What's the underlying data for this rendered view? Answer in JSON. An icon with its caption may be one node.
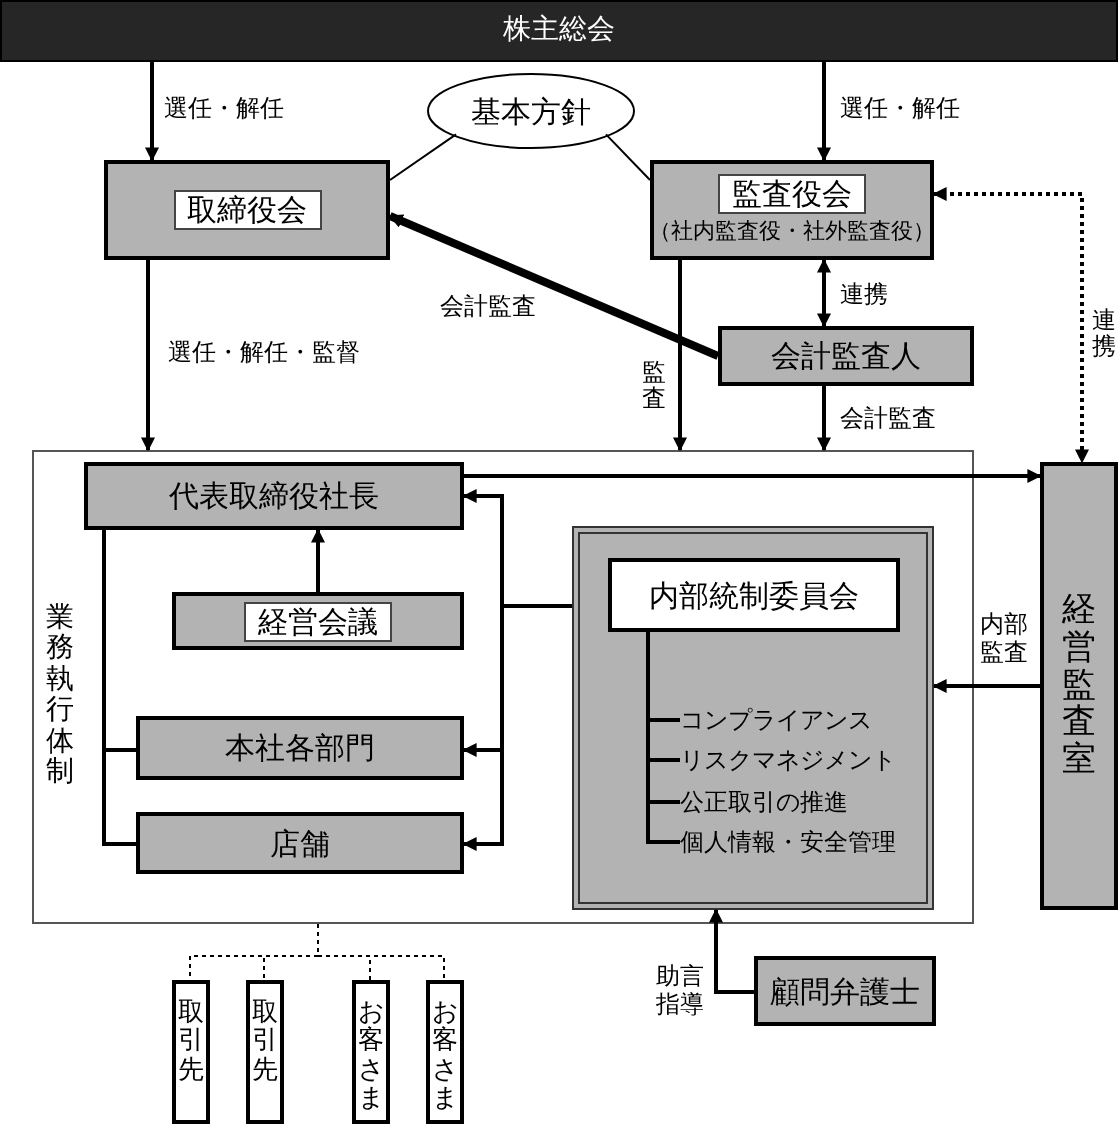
{
  "diagram": {
    "nodes": [
      {
        "text": [
          "株主総会"
        ]
      },
      {
        "text": [
          "基本方針"
        ]
      },
      {
        "text": [
          "取締役会"
        ]
      },
      {
        "text": [
          "監査役会",
          "（社内監査役・社外監査役）"
        ]
      },
      {
        "text": [
          "会計監査人"
        ]
      },
      {
        "text": [
          "業務執行体制"
        ]
      },
      {
        "text": [
          "代表取締役社長"
        ],
        "in": 5
      },
      {
        "text": [
          "経営会議"
        ],
        "in": 5
      },
      {
        "text": [
          "本社各部門"
        ],
        "in": 5
      },
      {
        "text": [
          "店舗"
        ],
        "in": 5
      },
      {
        "text": [],
        "shape": "box",
        "in": 5
      },
      {
        "text": [
          "内部統制委員会"
        ],
        "in": 10
      },
      {
        "text": [
          "コンプライアンス"
        ],
        "in": 10
      },
      {
        "text": [
          "リスクマネジメント"
        ],
        "in": 10
      },
      {
        "text": [
          "公正取引の推進"
        ],
        "in": 10
      },
      {
        "text": [
          "個人情報・安全管理"
        ],
        "in": 10
      },
      {
        "text": [
          "経営監査室"
        ]
      },
      {
        "text": [
          "顧問弁護士"
        ]
      },
      {
        "text": [
          "取引先"
        ]
      },
      {
        "text": [
          "取引先"
        ]
      },
      {
        "text": [
          "お客さま"
        ]
      },
      {
        "text": [
          "お客さま"
        ]
      }
    ],
    "edges": [
      {
        "from": 0,
        "to": 2,
        "arrow": "to",
        "label": "選任・解任"
      },
      {
        "from": 0,
        "to": 3,
        "arrow": "to",
        "label": "選任・解任"
      },
      {
        "from": 1,
        "to": 2,
        "arrow": "none"
      },
      {
        "from": 1,
        "to": 3,
        "arrow": "none"
      },
      {
        "from": 2,
        "to": 5,
        "arrow": "to",
        "label": "選任・解任・監督"
      },
      {
        "from": 3,
        "to": 5,
        "arrow": "to",
        "label": "監査"
      },
      {
        "from": 3,
        "to": 4,
        "arrow": "both",
        "label": "連携"
      },
      {
        "from": 4,
        "to": 2,
        "arrow": "to",
        "label": "会計監査",
        "style": "thick"
      },
      {
        "from": 4,
        "to": 5,
        "arrow": "to",
        "label": "会計監査"
      },
      {
        "from": 3,
        "to": 16,
        "arrow": "both",
        "label": "連携",
        "style": "dashed"
      },
      {
        "from": 6,
        "to": 16,
        "arrow": "to"
      },
      {
        "from": 16,
        "to": 10,
        "arrow": "to",
        "label": "内部監査"
      },
      {
        "from": 7,
        "to": 6,
        "arrow": "to"
      },
      {
        "from": 10,
        "to": 6,
        "arrow": "to"
      },
      {
        "from": 10,
        "to": 8,
        "arrow": "to"
      },
      {
        "from": 10,
        "to": 9,
        "arrow": "to"
      },
      {
        "from": 6,
        "to": 8,
        "arrow": "none"
      },
      {
        "from": 6,
        "to": 9,
        "arrow": "none"
      },
      {
        "from": 11,
        "to": 12,
        "arrow": "none"
      },
      {
        "from": 11,
        "to": 13,
        "arrow": "none"
      },
      {
        "from": 11,
        "to": 14,
        "arrow": "none"
      },
      {
        "from": 11,
        "to": 15,
        "arrow": "none"
      },
      {
        "from": 17,
        "to": 10,
        "arrow": "to",
        "label": "助言指導"
      },
      {
        "from": 5,
        "to": 18,
        "arrow": "none",
        "style": "dashed"
      },
      {
        "from": 5,
        "to": 19,
        "arrow": "none",
        "style": "dashed"
      },
      {
        "from": 5,
        "to": 20,
        "arrow": "none",
        "style": "dashed"
      },
      {
        "from": 5,
        "to": 21,
        "arrow": "none",
        "style": "dashed"
      }
    ]
  }
}
